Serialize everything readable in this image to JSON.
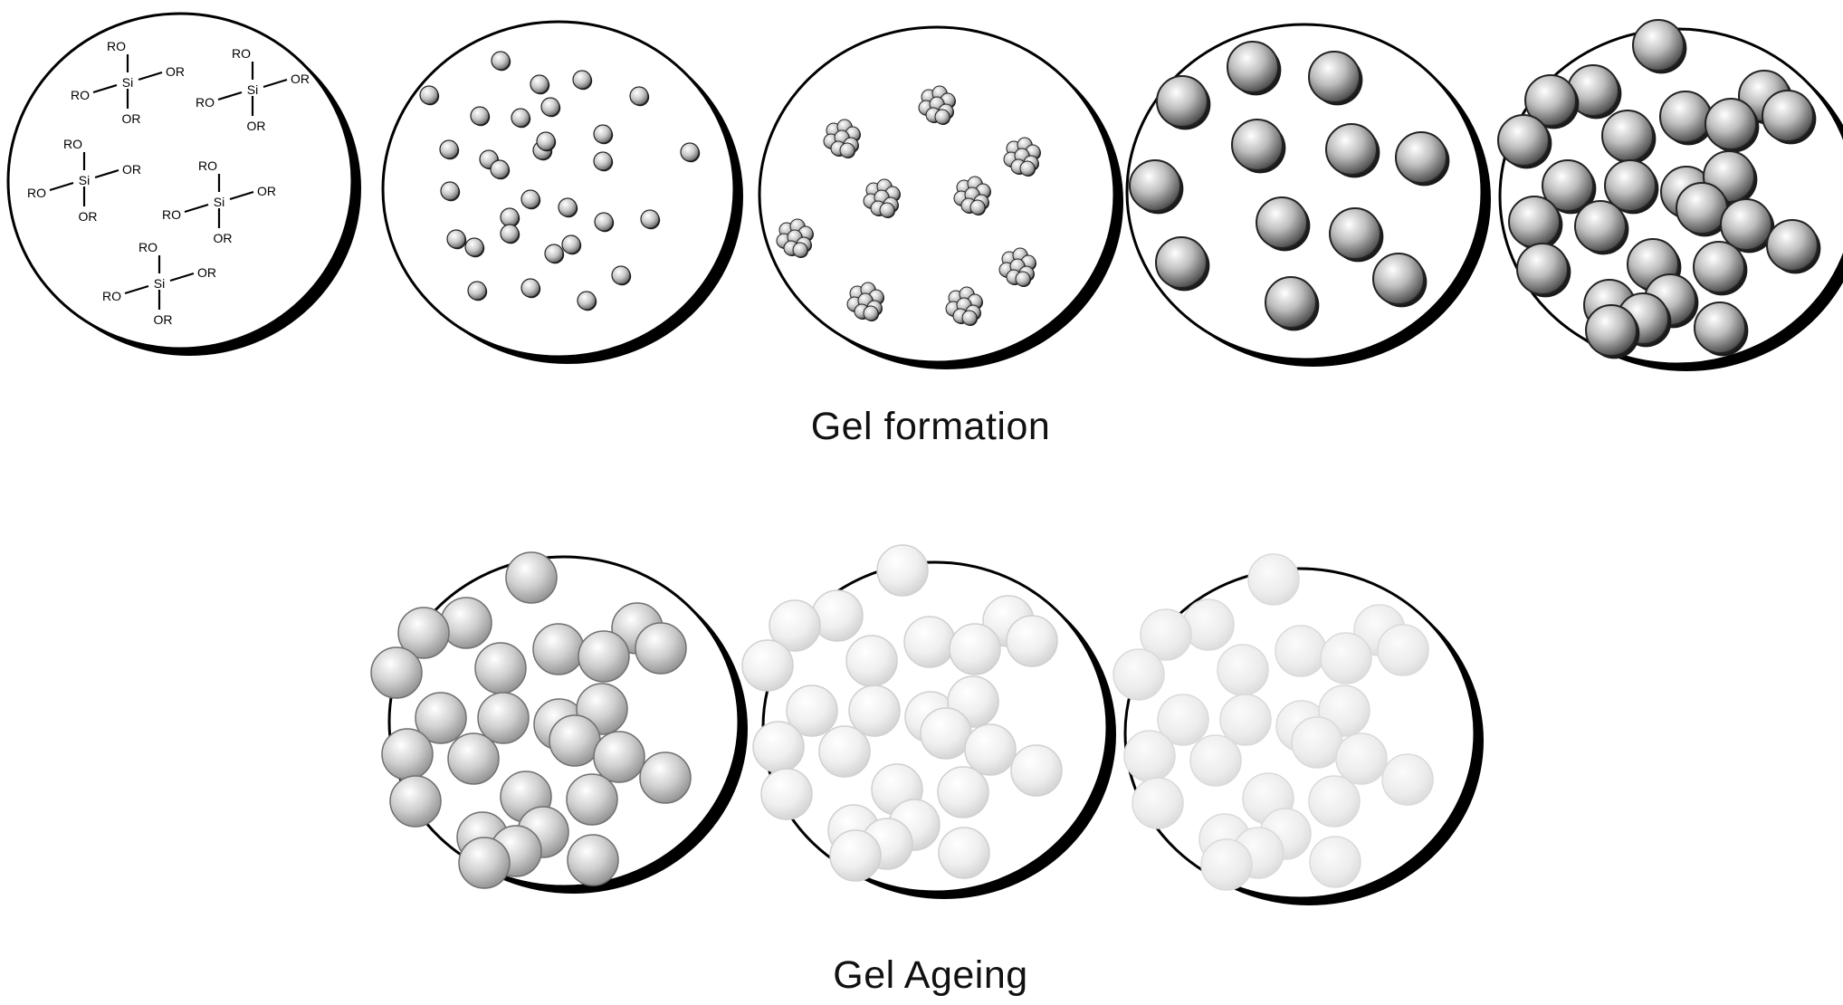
{
  "figure": {
    "gel_formation_caption": "Gel formation",
    "gel_ageing_caption": "Gel Ageing"
  },
  "precursor_molecules": [
    {
      "center": "Si",
      "top": "RO",
      "left": "RO",
      "right": "OR",
      "bottom": "OR"
    },
    {
      "center": "Si",
      "top": "RO",
      "left": "RO",
      "right": "OR",
      "bottom": "OR"
    },
    {
      "center": "Si",
      "top": "RO",
      "left": "RO",
      "right": "OR",
      "bottom": "OR"
    },
    {
      "center": "Si",
      "top": "RO",
      "left": "RO",
      "right": "OR",
      "bottom": "OR"
    },
    {
      "center": "Si",
      "top": "RO",
      "left": "RO",
      "right": "OR",
      "bottom": "OR"
    }
  ],
  "colors": {
    "outline": "#000000",
    "particle_dark": "#6a6a6a",
    "particle_mid": "#9a9a9a",
    "particle_light": "#d9d9d9",
    "particle_faint": "#e8e8e8"
  }
}
